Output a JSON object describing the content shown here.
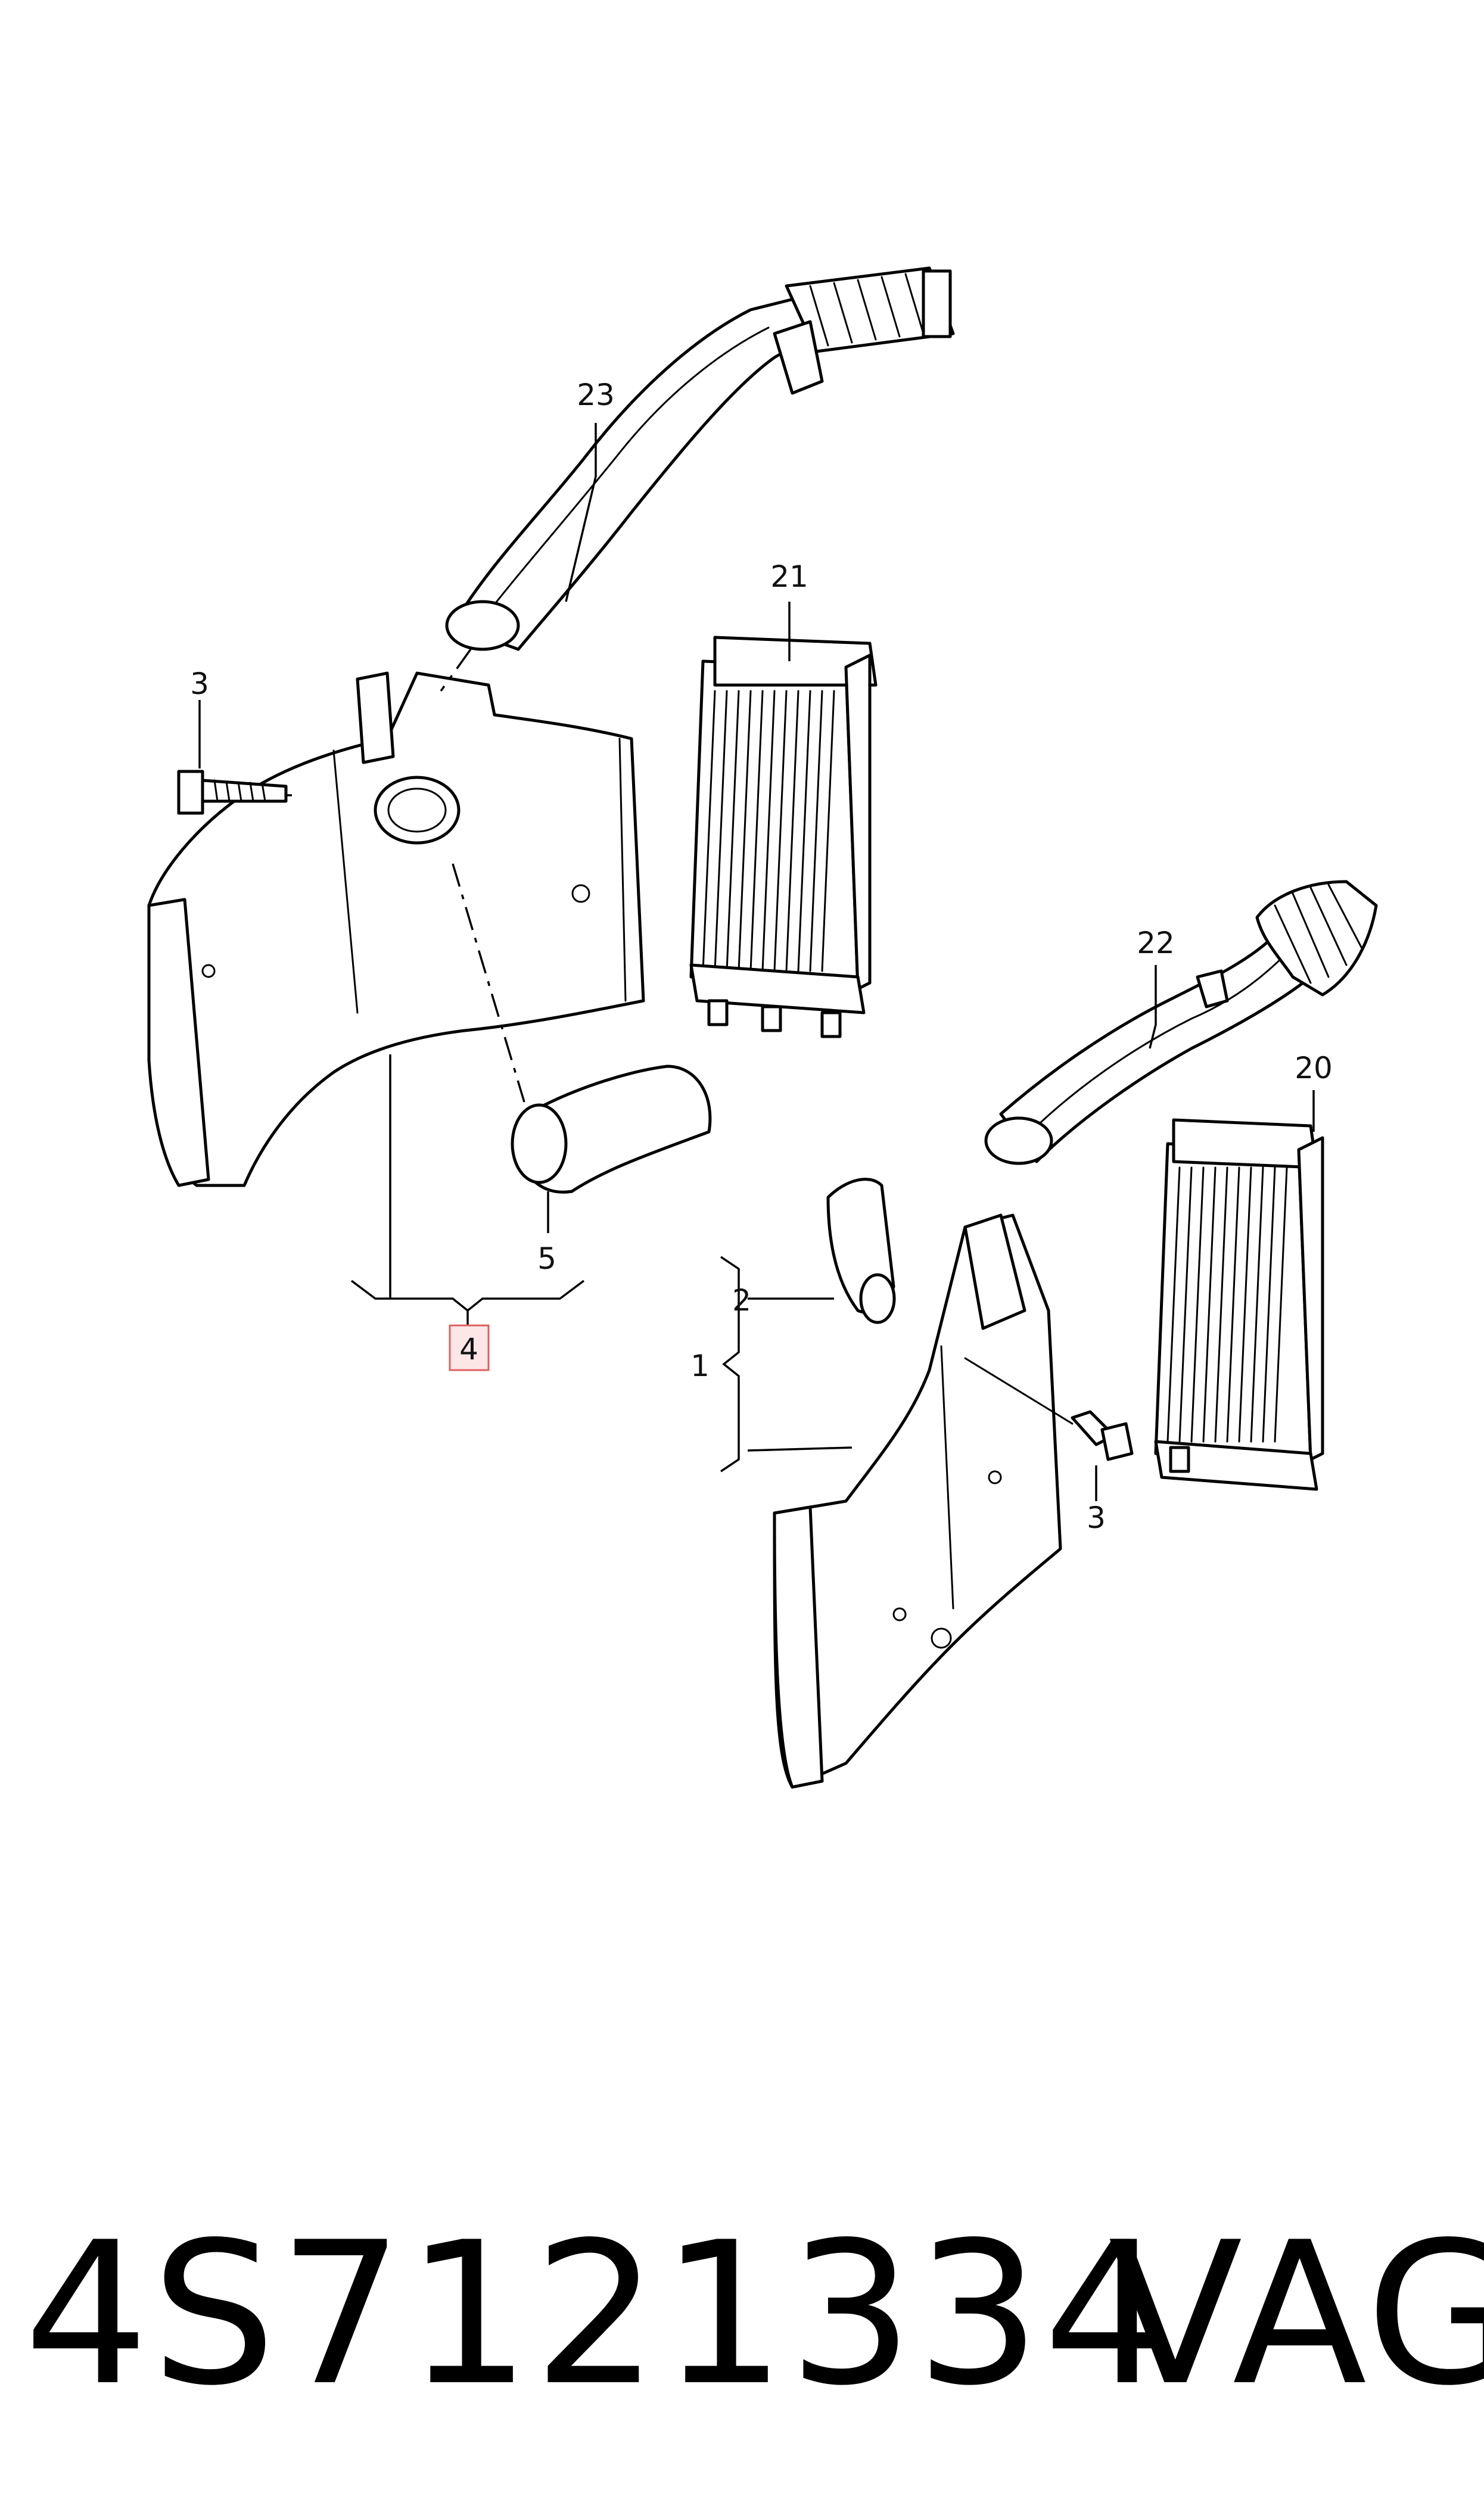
{
  "callouts": {
    "c1": "1",
    "c2": "2",
    "c3a": "3",
    "c3b": "3",
    "c4": "4",
    "c5": "5",
    "c20": "20",
    "c21": "21",
    "c22": "22",
    "c23": "23"
  },
  "highlight_color": "#e06060",
  "footer": {
    "part_number": "4S7121334",
    "brand": "VAG"
  }
}
